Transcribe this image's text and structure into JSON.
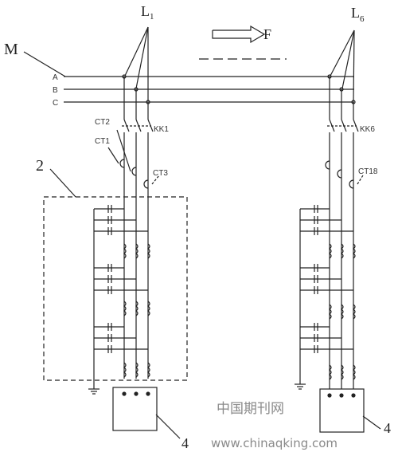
{
  "labels": {
    "m": "M",
    "l1": "L",
    "l1_sub": "1",
    "l6": "L",
    "l6_sub": "6",
    "f": "F",
    "phase_a": "A",
    "phase_b": "B",
    "phase_c": "C",
    "ct2": "CT2",
    "ct1": "CT1",
    "ct3": "CT3",
    "ct18": "CT18",
    "kk1": "KK1",
    "kk6": "KK6",
    "box2": "2",
    "box4_left": "4",
    "box4_right": "4"
  },
  "watermark": {
    "cn": "中国期刊网",
    "url": "www.chinaqking.com"
  },
  "colors": {
    "line": "#222222",
    "watermark": "#8a8a8a"
  }
}
